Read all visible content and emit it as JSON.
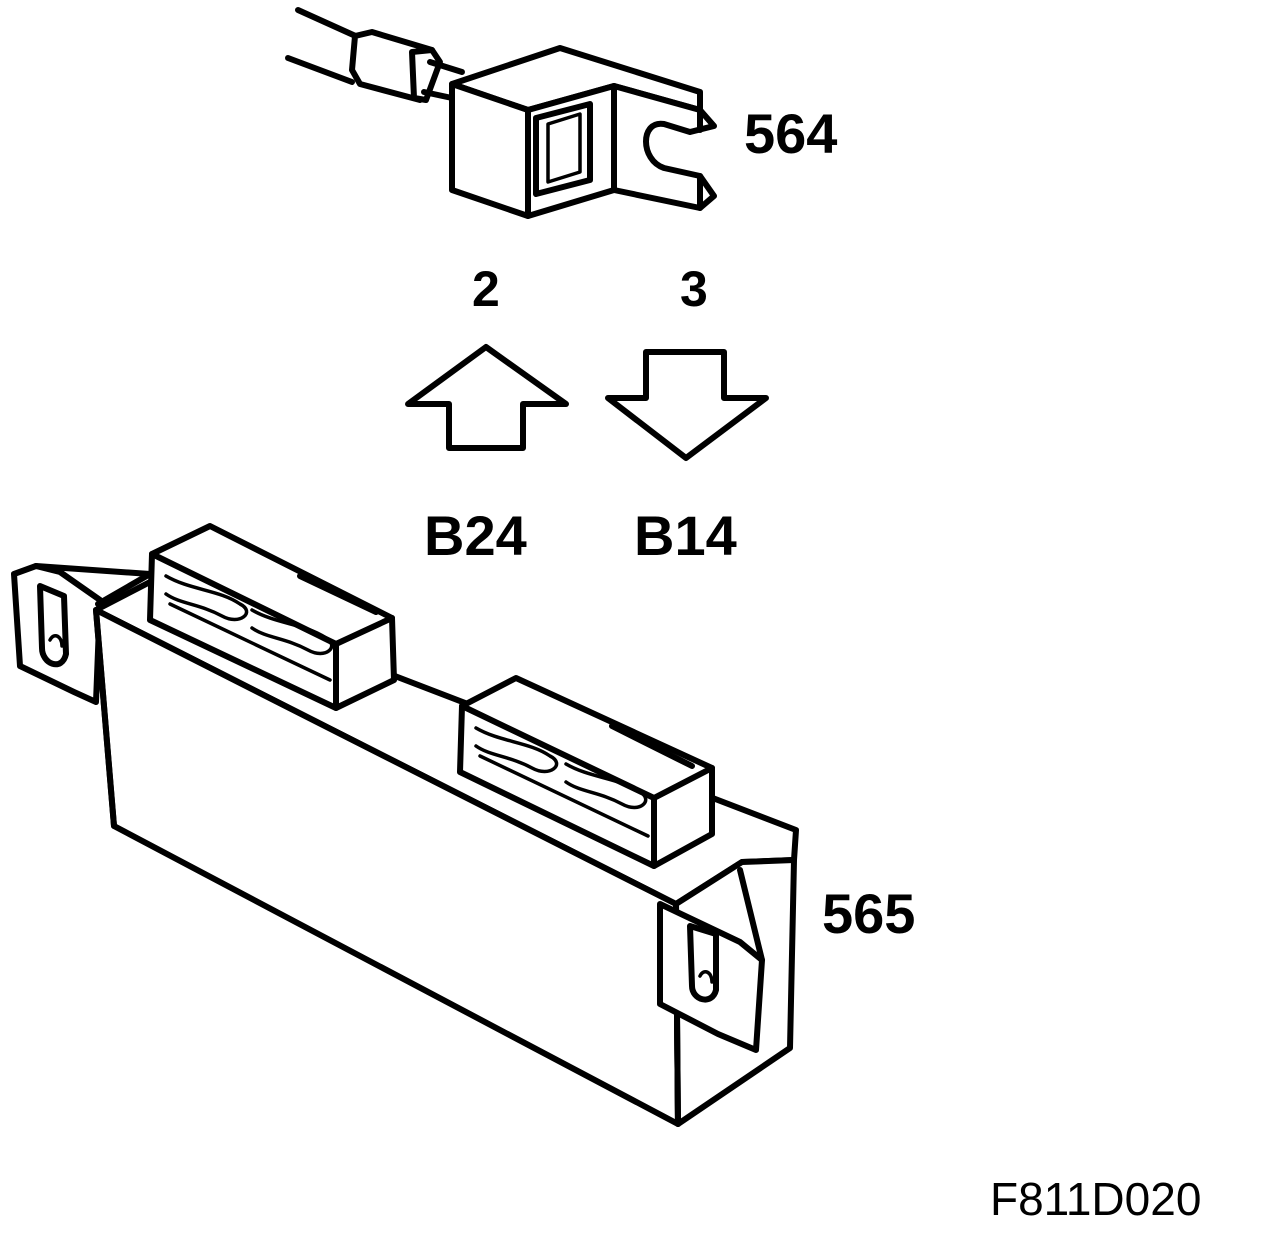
{
  "parts": {
    "connector": {
      "number": "564"
    },
    "module": {
      "number": "565"
    }
  },
  "pins": {
    "left": "2",
    "right": "3"
  },
  "engines": {
    "left": "B24",
    "right": "B14"
  },
  "figure_code": "F811D020",
  "icons": {
    "up_arrow": "arrow-up-icon",
    "down_arrow": "arrow-down-icon"
  }
}
